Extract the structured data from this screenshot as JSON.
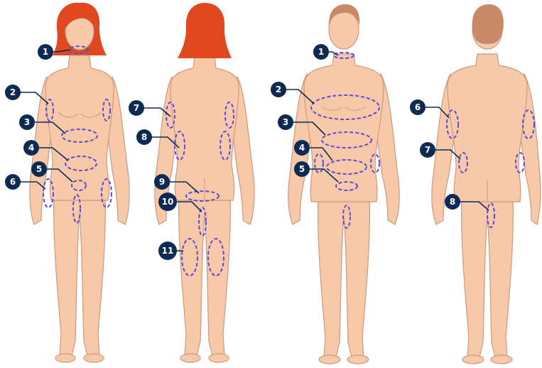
{
  "colors": {
    "skin": "#f7c9a8",
    "skin_outline": "#c99a80",
    "hair_woman": "#e0491f",
    "hair_man": "#c98a6a",
    "zone_outline": "#5b4bd6",
    "badge": "#0c2a52",
    "badge_text": "#ffffff"
  },
  "figures": [
    {
      "id": "woman-front",
      "labels": [
        "1",
        "2",
        "3",
        "4",
        "5",
        "6"
      ]
    },
    {
      "id": "woman-back",
      "labels": [
        "7",
        "8",
        "9",
        "10",
        "11"
      ]
    },
    {
      "id": "man-front",
      "labels": [
        "1",
        "2",
        "3",
        "4",
        "5"
      ]
    },
    {
      "id": "man-back",
      "labels": [
        "6",
        "7",
        "8"
      ]
    }
  ]
}
